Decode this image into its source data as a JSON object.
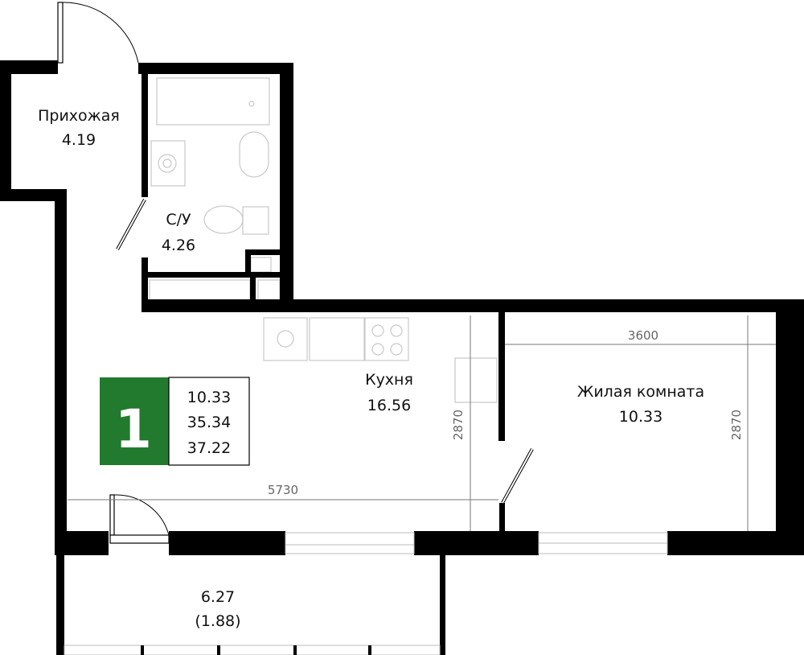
{
  "rooms": {
    "hallway": {
      "name": "Прихожая",
      "area": "4.19"
    },
    "bathroom": {
      "name": "С/У",
      "area": "4.26"
    },
    "kitchen": {
      "name": "Кухня",
      "area": "16.56"
    },
    "living": {
      "name": "Жилая комната",
      "area": "10.33"
    },
    "balcony": {
      "area": "6.27",
      "reduced_area": "(1.88)"
    }
  },
  "dimensions": {
    "room_width": "3600",
    "kitchen_depth": "2870",
    "room_depth": "2870",
    "total_width": "5730"
  },
  "badge": {
    "rooms_count": "1",
    "living_area": "10.33",
    "total_area": "35.34",
    "total_area_with_balcony": "37.22",
    "color": "#217a2d"
  }
}
